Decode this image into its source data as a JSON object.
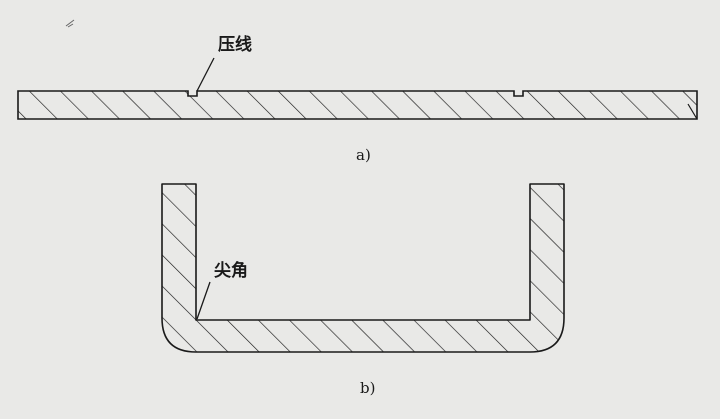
{
  "figure": {
    "part_a": {
      "caption": "a)",
      "annotation": "压线"
    },
    "part_b": {
      "caption": "b)",
      "annotation": "尖角"
    }
  },
  "colors": {
    "background": "#e9e9e7",
    "stroke": "#1a1a1a"
  }
}
